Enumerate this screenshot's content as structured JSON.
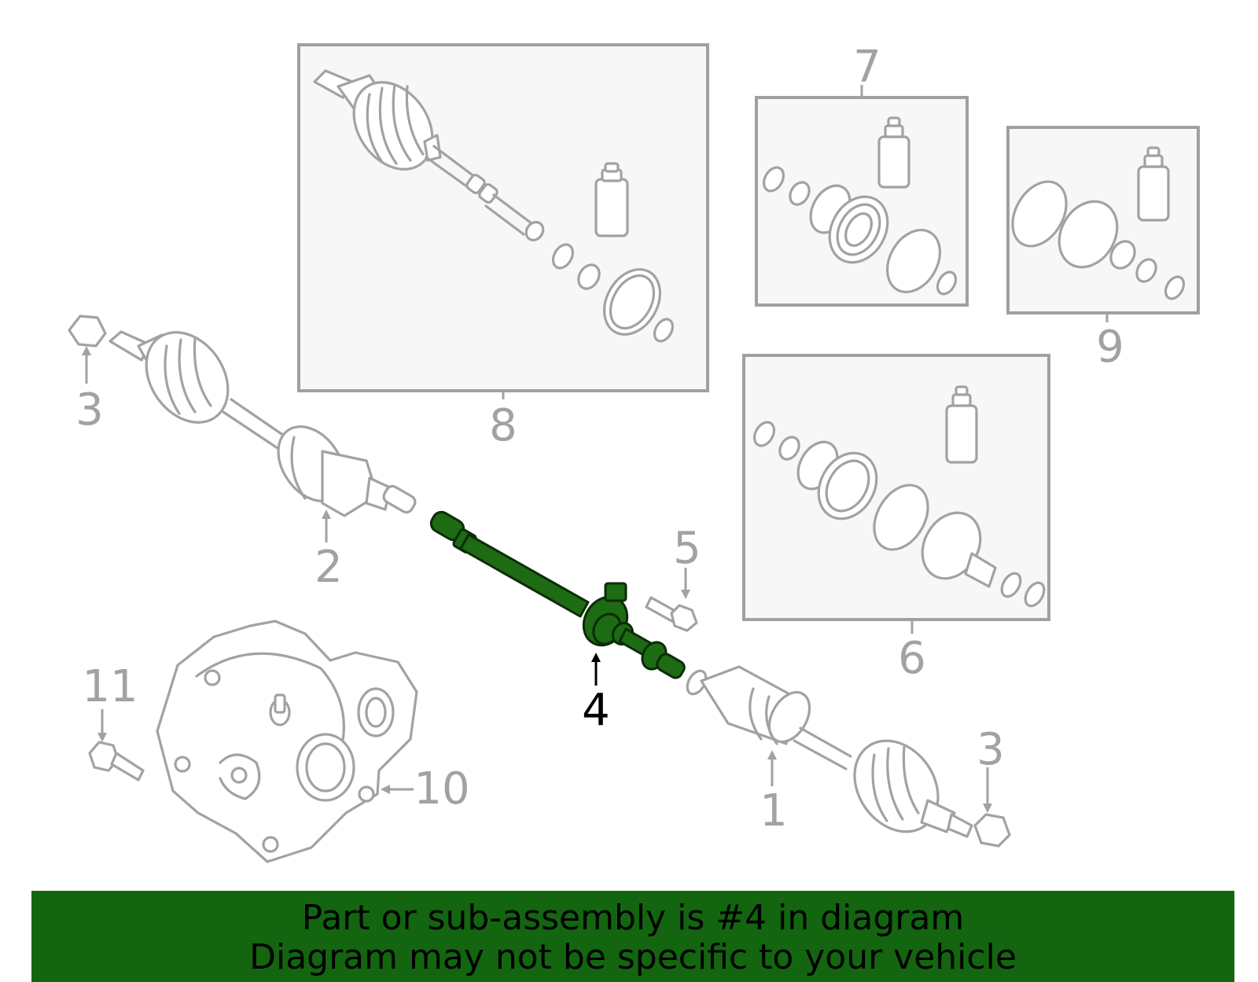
{
  "colors": {
    "highlight": "#1d6b12",
    "banner": "#136510",
    "line": "#a2a2a2",
    "box_fill": "#f7f7f7"
  },
  "callouts": {
    "c1": "1",
    "c2": "2",
    "c3a": "3",
    "c3b": "3",
    "c4": "4",
    "c5": "5",
    "c6": "6",
    "c7": "7",
    "c8": "8",
    "c9": "9",
    "c10": "10",
    "c11": "11"
  },
  "banner": {
    "line1": "Part or sub-assembly is #4 in diagram",
    "line2": "Diagram may not be specific to your vehicle"
  }
}
